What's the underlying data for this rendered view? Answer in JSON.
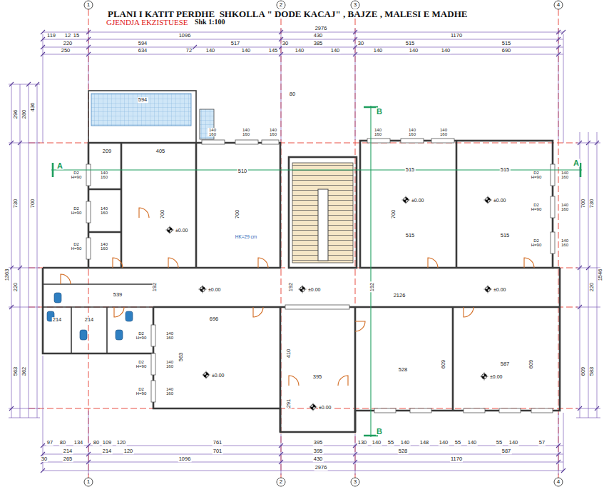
{
  "diagram": {
    "title": "PLANI I KATIT PERDHE  SHKOLLA \" DODE KACAJ\" , BAJZE , MALESI E MADHE",
    "labels": [
      "GJENDJA EKZISTUESE",
      "Shk 1:100",
      "1",
      "2",
      "3",
      "4",
      "1",
      "2",
      "3",
      "4",
      "2976",
      "119",
      "12",
      "15",
      "1096",
      "430",
      "1170",
      "220",
      "594",
      "517",
      "30",
      "385",
      "30",
      "515",
      "515",
      "250",
      "634",
      "72",
      "140",
      "140",
      "145",
      "140",
      "140",
      "140",
      "140",
      "140",
      "690",
      "1363",
      "296",
      "280",
      "436",
      "730",
      "700",
      "220",
      "563",
      "362",
      "700",
      "730",
      "1546",
      "220",
      "609",
      "583",
      "97",
      "80",
      "134",
      "80",
      "109",
      "120",
      "761",
      "395",
      "130",
      "140",
      "55",
      "140",
      "148",
      "140",
      "55",
      "140",
      "55",
      "140",
      "57",
      "214",
      "214",
      "120",
      "701",
      "395",
      "528",
      "587",
      "30",
      "265",
      "1096",
      "430",
      "1170",
      "2976",
      "594",
      "80",
      "209",
      "405",
      "510",
      "700",
      "700",
      "700",
      "563",
      "410",
      "291",
      "609",
      "609",
      "192",
      "192",
      "192",
      "515",
      "515",
      "515",
      "515",
      "539",
      "2126",
      "214",
      "214",
      "696",
      "395",
      "528",
      "587",
      "HK=29 cm",
      "±0.00",
      "±0.00",
      "±0.00",
      "±0.00",
      "±0.00",
      "±0.00",
      "±0.00",
      "±0.00",
      "±0.00",
      "D2 H=90",
      "D2 H=90",
      "D2 H=90",
      "D2 H=90",
      "D2 H=90",
      "D2 H=90",
      "D2 H=90",
      "D2 H=90",
      "D2 H=90",
      "140 160",
      "140 160",
      "140 160",
      "140 160",
      "140 160",
      "140 160",
      "140 160",
      "140 160",
      "140 160",
      "140 160",
      "140 160",
      "140 160",
      "140 160",
      "140 160",
      "140 160",
      "A",
      "A",
      "B",
      "B"
    ]
  }
}
